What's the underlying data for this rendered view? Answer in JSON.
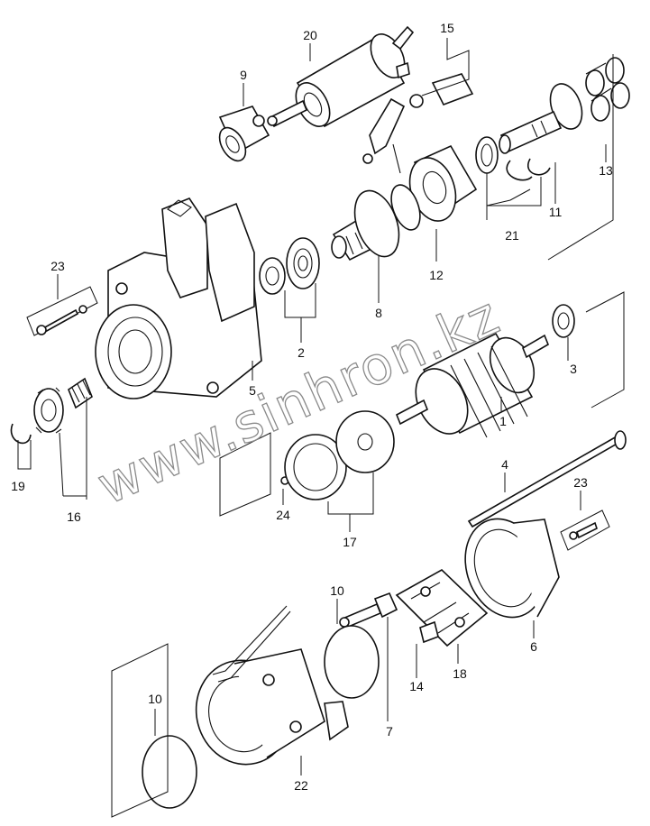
{
  "watermark": {
    "text": "www.sinhron.kz",
    "color": "#8a8a8a"
  },
  "colors": {
    "line": "#111111",
    "background": "#ffffff"
  },
  "callouts": {
    "c20": "20",
    "c15": "15",
    "c9": "9",
    "c13": "13",
    "c11": "11",
    "c21": "21",
    "c12": "12",
    "c23a": "23",
    "c8": "8",
    "c2": "2",
    "c5": "5",
    "c3": "3",
    "c1": "1",
    "c19": "19",
    "c16": "16",
    "c24": "24",
    "c17": "17",
    "c4": "4",
    "c23b": "23",
    "c6": "6",
    "c10a": "10",
    "c14": "14",
    "c18": "18",
    "c7": "7",
    "c10b": "10",
    "c22": "22"
  }
}
